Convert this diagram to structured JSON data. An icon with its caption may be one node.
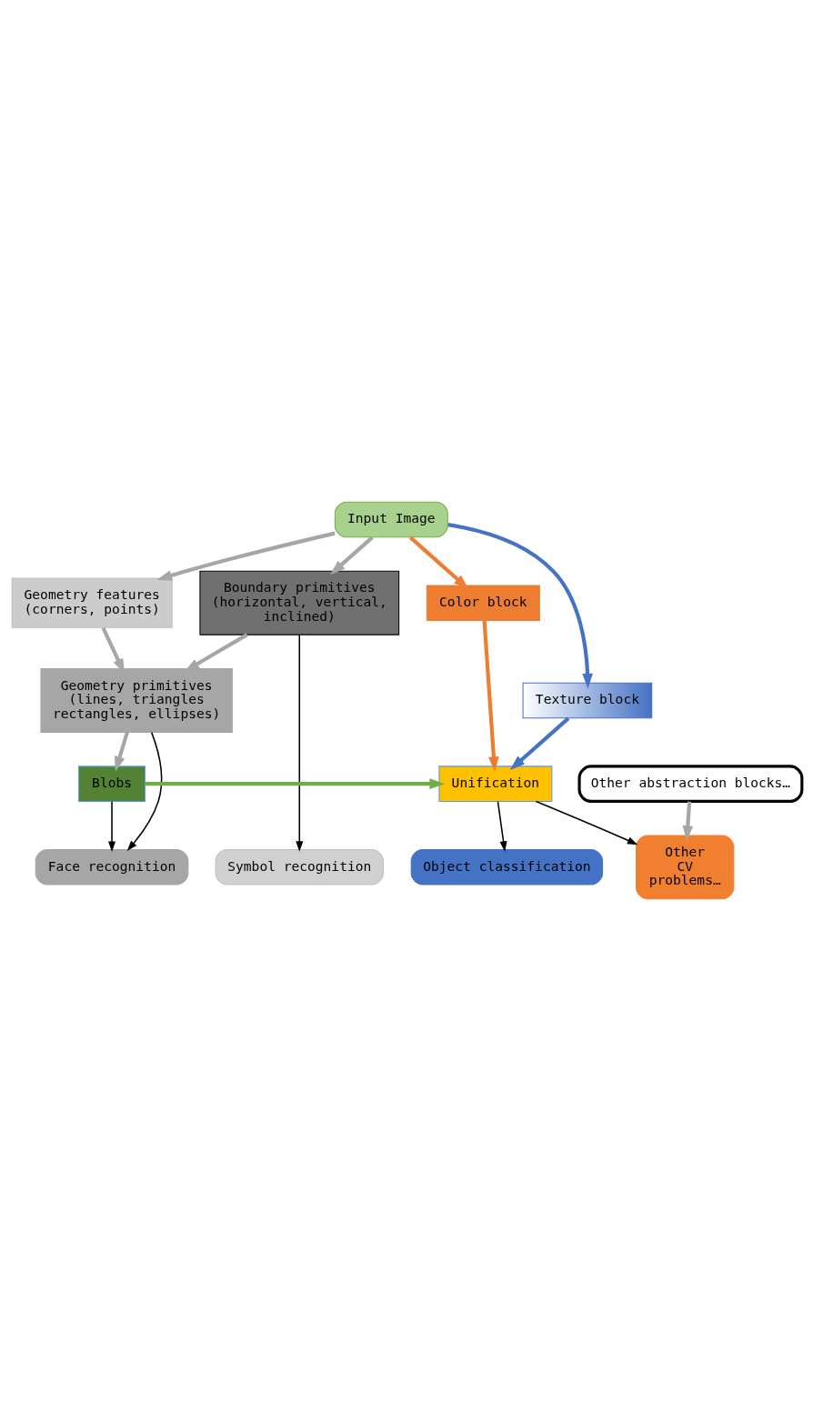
{
  "diagram": {
    "nodes": [
      {
        "text": [
          "Input Image"
        ]
      },
      {
        "text": [
          "Boundary primitives (horizontal, vertical, inclined)"
        ]
      },
      {
        "text": [
          "Geometry features (corners, points)"
        ]
      },
      {
        "text": [
          "Color block"
        ]
      },
      {
        "text": [
          "Texture block"
        ]
      },
      {
        "text": [
          "Geometry primitives (lines, triangles rectangles, ellipses)"
        ]
      },
      {
        "text": [
          "Blobs"
        ]
      },
      {
        "text": [
          "Unification"
        ]
      },
      {
        "text": [
          "Other abstraction blocks…"
        ]
      },
      {
        "text": [
          "Symbol recognition"
        ]
      },
      {
        "text": [
          "Face recognition"
        ]
      },
      {
        "text": [
          "Object classification"
        ]
      },
      {
        "text": [
          "Other CV problems…"
        ]
      }
    ],
    "edges": [
      {
        "from": 0,
        "to": 1,
        "arrow": "to"
      },
      {
        "from": 0,
        "to": 2,
        "arrow": "to"
      },
      {
        "from": 0,
        "to": 3,
        "arrow": "to",
        "color": "#ed7d31"
      },
      {
        "from": 0,
        "to": 4,
        "arrow": "to",
        "color": "#4472c4"
      },
      {
        "from": 1,
        "to": 5,
        "arrow": "to"
      },
      {
        "from": 2,
        "to": 5,
        "arrow": "to"
      },
      {
        "from": 5,
        "to": 6,
        "arrow": "to"
      },
      {
        "from": 3,
        "to": 7,
        "arrow": "to",
        "color": "#ed7d31"
      },
      {
        "from": 4,
        "to": 7,
        "arrow": "to",
        "color": "#4472c4"
      },
      {
        "from": 6,
        "to": 7,
        "arrow": "to",
        "color": "#70ad47"
      },
      {
        "from": 8,
        "to": 12,
        "arrow": "to"
      },
      {
        "from": 1,
        "to": 9,
        "arrow": "to",
        "color": "#000000"
      },
      {
        "from": 5,
        "to": 10,
        "arrow": "to",
        "color": "#000000"
      },
      {
        "from": 6,
        "to": 10,
        "arrow": "to",
        "color": "#000000"
      },
      {
        "from": 7,
        "to": 11,
        "arrow": "to",
        "color": "#000000"
      },
      {
        "from": 7,
        "to": 12,
        "arrow": "to",
        "color": "#000000"
      }
    ]
  }
}
